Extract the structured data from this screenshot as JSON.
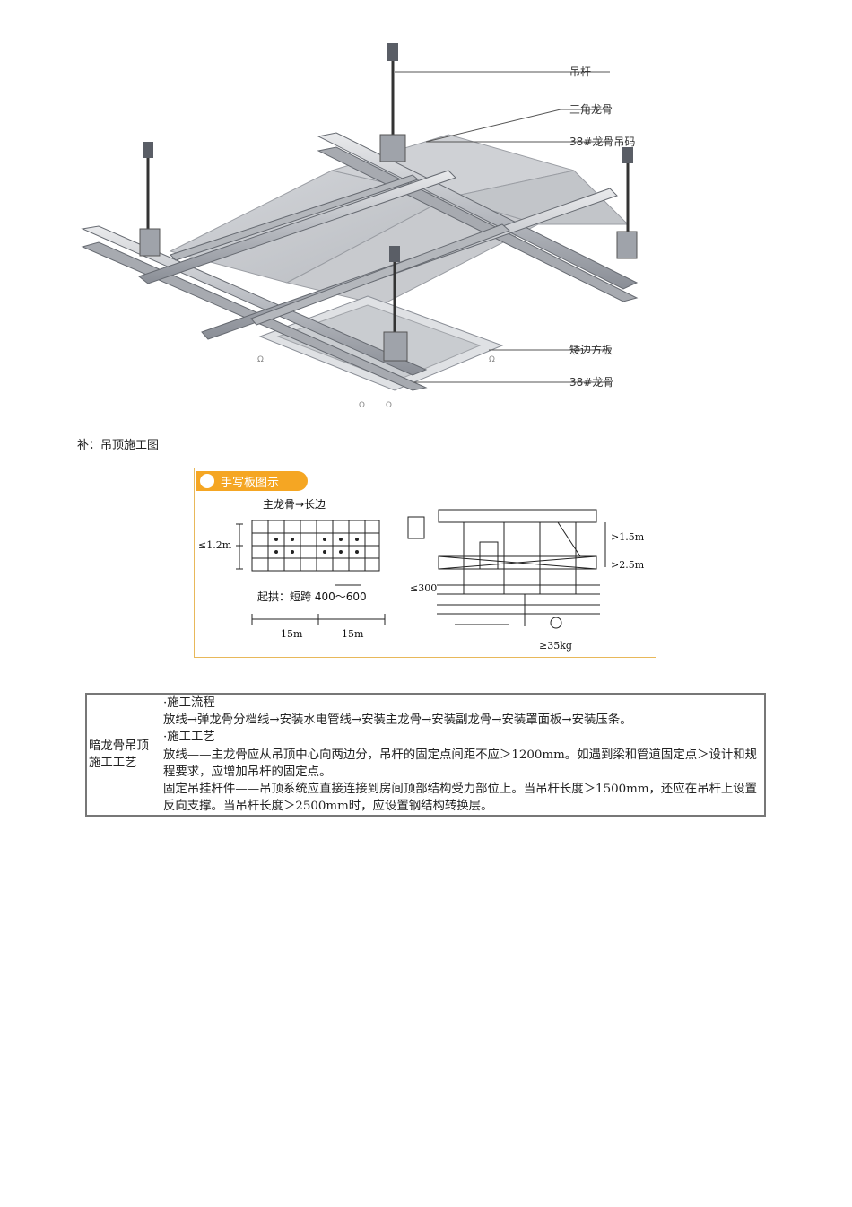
{
  "figure1": {
    "labels": {
      "rod": "吊杆",
      "triangle_keel": "三角龙骨",
      "keel_clip": "38#龙骨吊码",
      "panel": "矮边方板",
      "main_keel": "38#龙骨"
    }
  },
  "caption": "补：吊顶施工图",
  "figure2": {
    "tag": "手写板图示",
    "main_keel_note": "主龙骨→长边",
    "spacing": "≤1.2m",
    "arch_note": "起拱：短跨 400～600",
    "dim_left": "15m",
    "dim_right": "15m",
    "gt_15": ">1.5m",
    "gt_25": ">2.5m",
    "le_300": "≤300",
    "ge_35kg": "≥35kg"
  },
  "table": {
    "row_header": [
      "暗龙骨吊顶",
      "施工工艺"
    ],
    "lines": [
      "·施工流程",
      "放线→弹龙骨分档线→安装水电管线→安装主龙骨→安装副龙骨→安装罩面板→安装压条。",
      "·施工工艺",
      "放线——主龙骨应从吊顶中心向两边分，吊杆的固定点间距不应＞1200mm。如遇到梁和管道固定点＞设计和规程要求，应增加吊杆的固定点。",
      "固定吊挂杆件——吊顶系统应直接连接到房间顶部结构受力部位上。当吊杆长度＞1500mm，还应在吊杆上设置反向支撑。当吊杆长度＞2500mm时，应设置钢结构转换层。"
    ]
  }
}
